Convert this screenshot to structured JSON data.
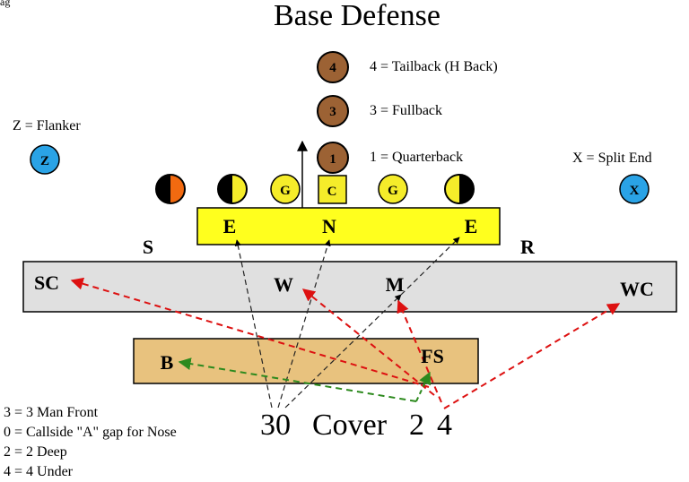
{
  "corner_text": "ag",
  "title": "Base Defense",
  "offense": {
    "backs": [
      {
        "num": "4",
        "label": "4 = Tailback (H Back)"
      },
      {
        "num": "3",
        "label": "3 = Fullback"
      },
      {
        "num": "1",
        "label": "1 = Quarterback"
      }
    ],
    "flanker": {
      "letter": "Z",
      "label": "Z = Flanker"
    },
    "split_end": {
      "letter": "X",
      "label": "X = Split End"
    },
    "line": {
      "guard": "G",
      "center": "C"
    }
  },
  "defense": {
    "front": {
      "end_left": "E",
      "nose": "N",
      "end_right": "E"
    },
    "strong_side": "S",
    "right_side": "R",
    "second_level": {
      "strong_corner": "SC",
      "will": "W",
      "mike": "M",
      "weak_corner": "WC"
    },
    "deep": {
      "bandit": "B",
      "free_safety": "FS"
    }
  },
  "call": {
    "digits": "30",
    "word": "Cover",
    "d2": "2",
    "d4": "4"
  },
  "legend": [
    "3 = 3 Man Front",
    "0 = Callside \"A\" gap for Nose",
    "2 = 2 Deep",
    "4 = 4 Under"
  ],
  "colors": {
    "back_fill": "#9c6234",
    "receiver_fill": "#2aa3e6",
    "line_fill": "#f5ec2a",
    "tackle_fill": "#f26a10",
    "front_box": "#ffff1e",
    "second_box": "#e0e0e0",
    "deep_box": "#e8c27e",
    "red_route": "#dd1111",
    "green_route": "#2d8a1e"
  }
}
